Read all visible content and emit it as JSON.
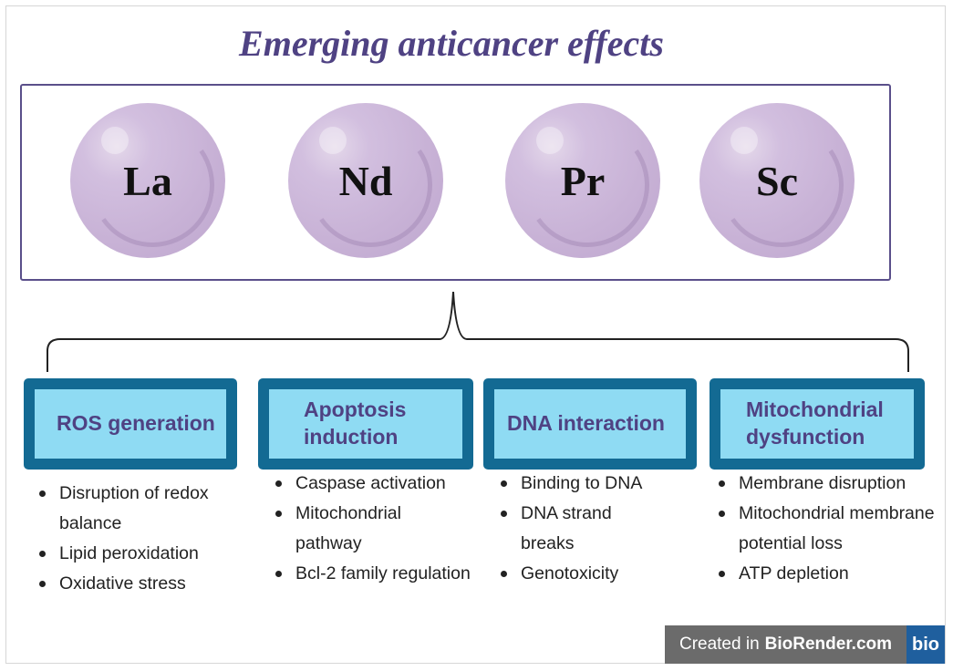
{
  "title": "Emerging anticancer effects",
  "elements": [
    "La",
    "Nd",
    "Pr",
    "Sc"
  ],
  "mechanisms": [
    {
      "label": "ROS generation",
      "bullets": [
        "Disruption of redox balance",
        "Lipid peroxidation",
        "Oxidative stress"
      ]
    },
    {
      "label": "Apoptosis induction",
      "bullets": [
        "Caspase activation",
        "Mitochondrial pathway",
        "Bcl-2 family regulation"
      ]
    },
    {
      "label": "DNA interaction",
      "bullets": [
        "Binding to DNA",
        "DNA strand breaks",
        "Genotoxicity"
      ]
    },
    {
      "label": "Mitochondrial dysfunction",
      "bullets": [
        "Membrane disruption",
        "Mitochondrial membrane potential loss",
        "ATP depletion"
      ]
    }
  ],
  "badge": {
    "prefix": "Created in",
    "brand": "BioRender.com",
    "logo": "bio"
  },
  "colors": {
    "title": "#4f4283",
    "sphere": "#c8b2d6",
    "box_outer": "#136a93",
    "box_inner": "#8fdbf3"
  }
}
